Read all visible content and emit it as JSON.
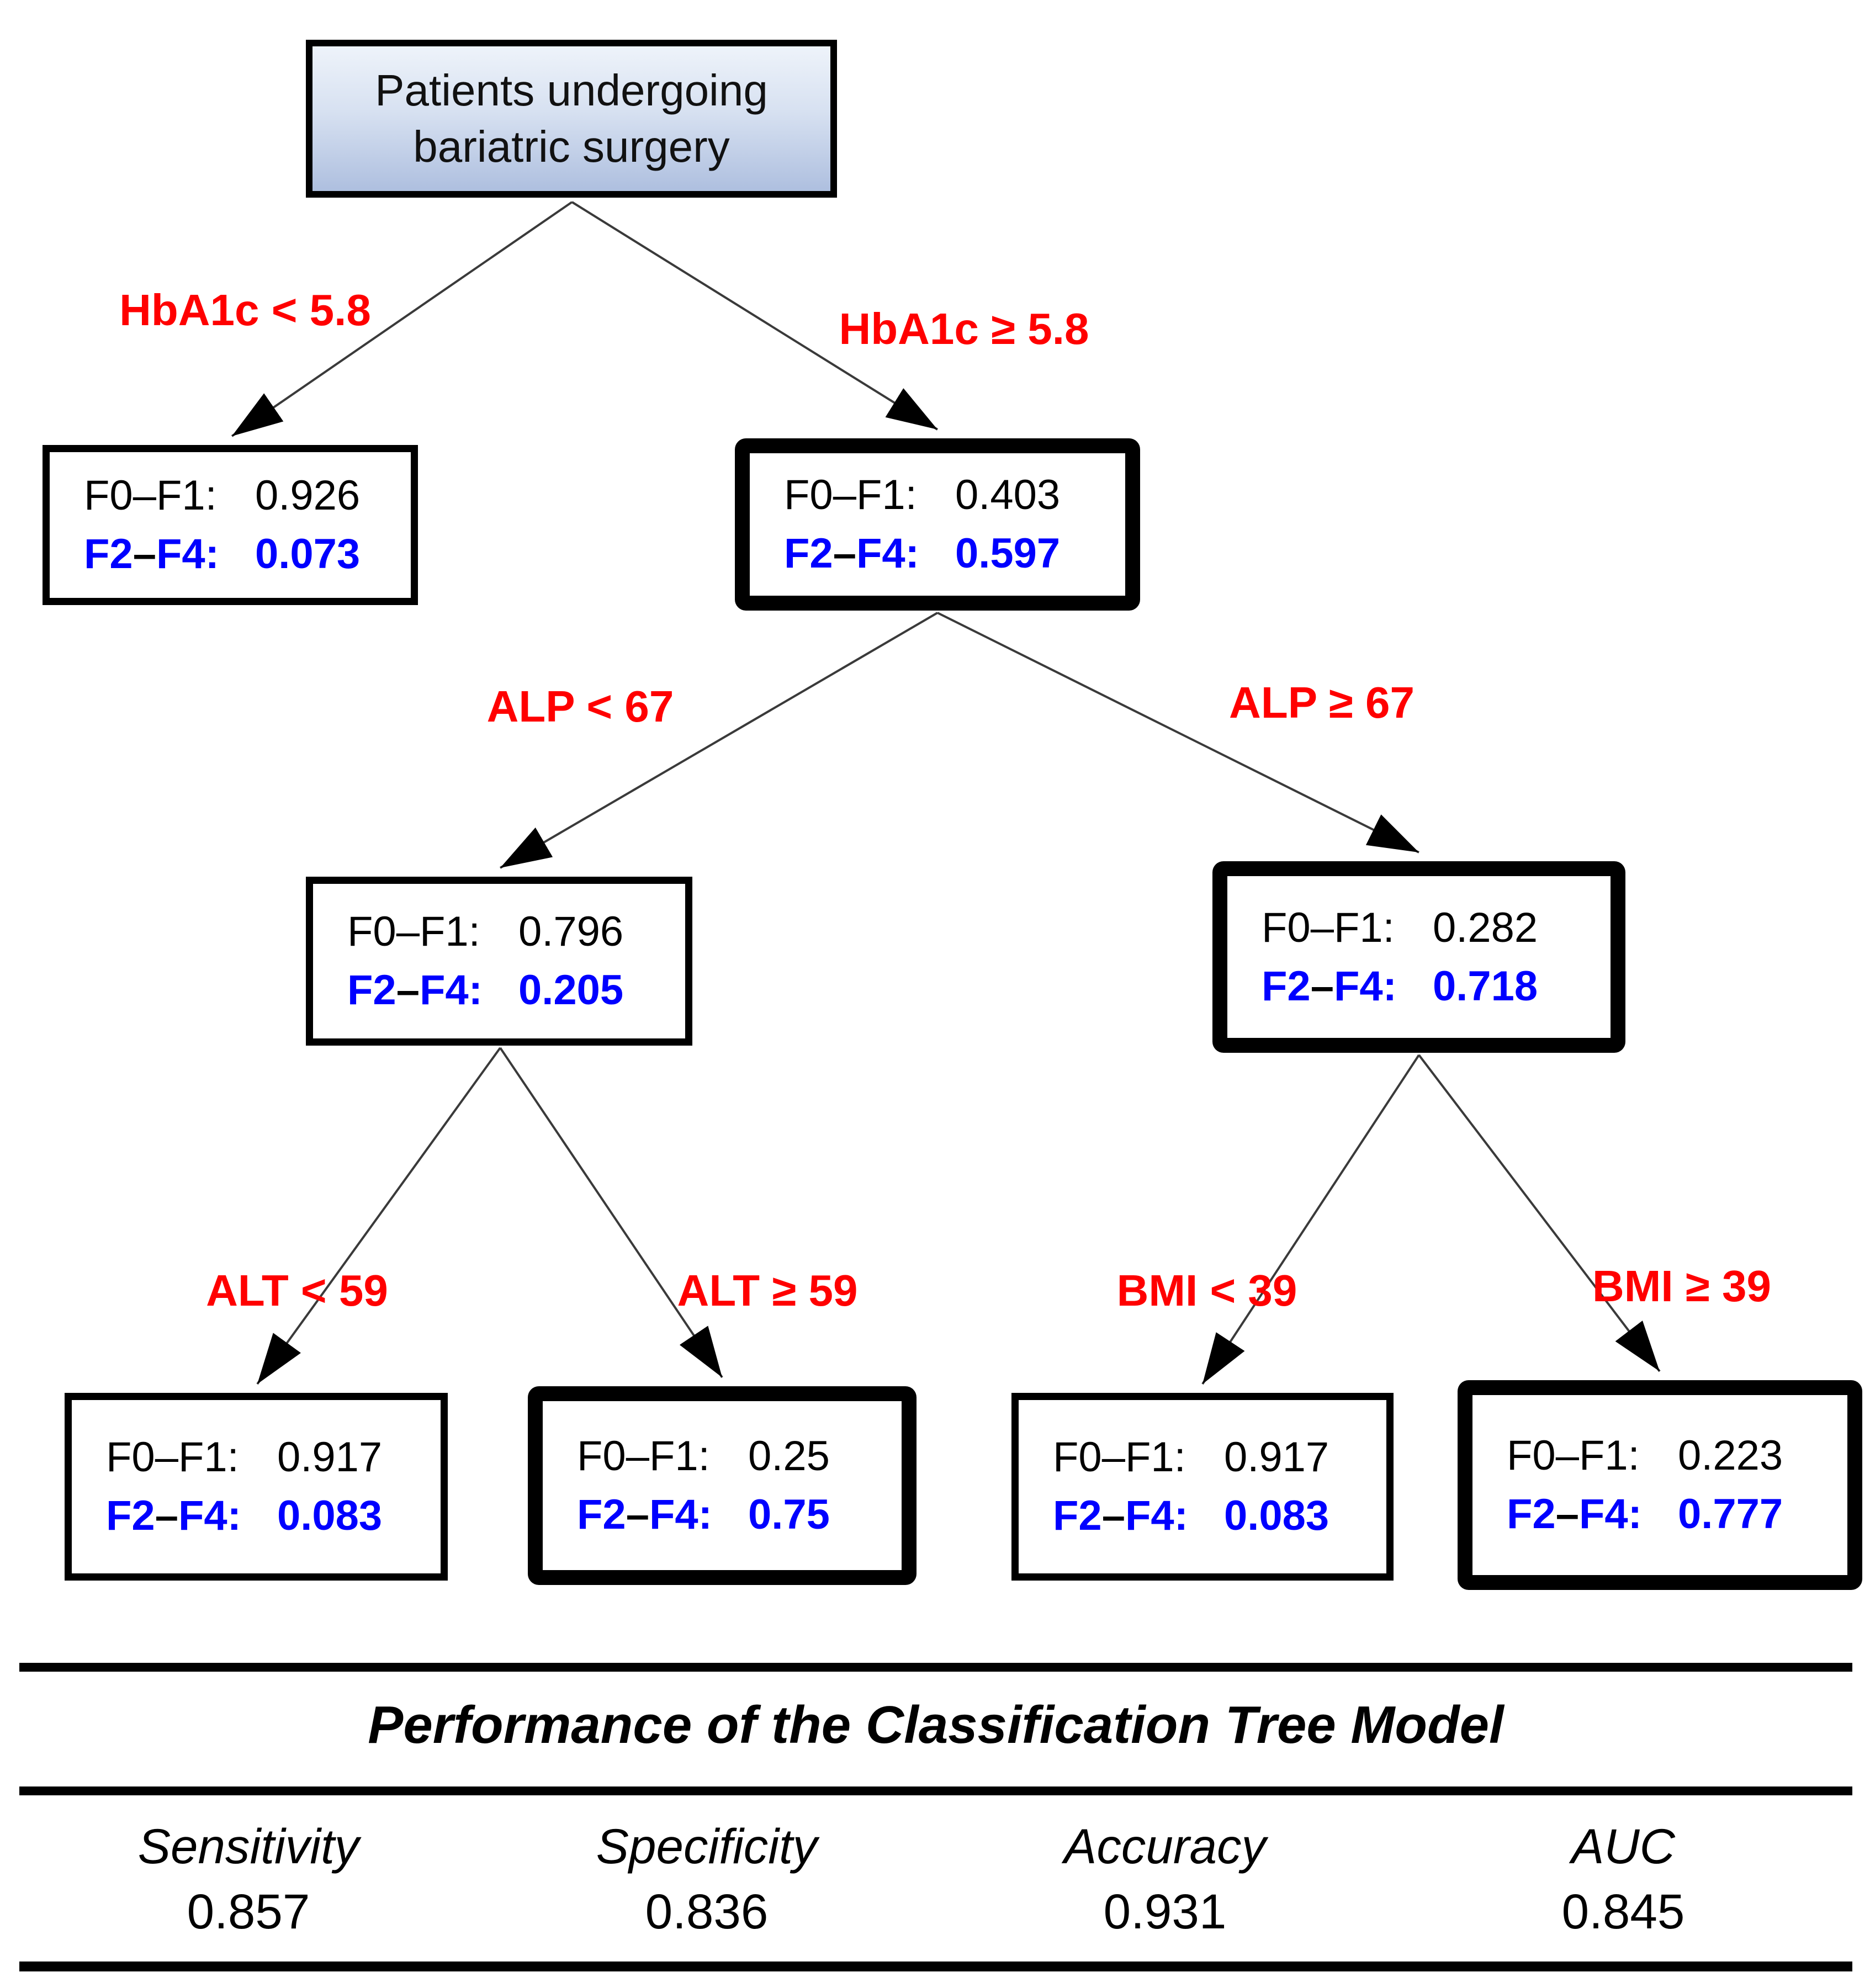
{
  "tree": {
    "root": {
      "line1": "Patients undergoing",
      "line2": "bariatric surgery"
    },
    "branches": {
      "hba1c_lt": "HbA1c < 5.8",
      "hba1c_ge": "HbA1c ≥ 5.8",
      "alp_lt": "ALP < 67",
      "alp_ge": "ALP ≥ 67",
      "alt_lt": "ALT < 59",
      "alt_ge": "ALT ≥ 59",
      "bmi_lt": "BMI < 39",
      "bmi_ge": "BMI ≥ 39"
    },
    "labels": {
      "f01": "F0–F1:",
      "f2": "F2",
      "dash": "–",
      "f4": "F4:"
    },
    "nodes": {
      "hba1c_low": {
        "f01_value": "0.926",
        "f24_value": "0.073",
        "highlighted": false
      },
      "hba1c_high": {
        "f01_value": "0.403",
        "f24_value": "0.597",
        "highlighted": true
      },
      "alp_low": {
        "f01_value": "0.796",
        "f24_value": "0.205",
        "highlighted": false
      },
      "alp_high": {
        "f01_value": "0.282",
        "f24_value": "0.718",
        "highlighted": true
      },
      "alt_low": {
        "f01_value": "0.917",
        "f24_value": "0.083",
        "highlighted": false
      },
      "alt_high": {
        "f01_value": "0.25",
        "f24_value": "0.75",
        "highlighted": true
      },
      "bmi_low": {
        "f01_value": "0.917",
        "f24_value": "0.083",
        "highlighted": false
      },
      "bmi_high": {
        "f01_value": "0.223",
        "f24_value": "0.777",
        "highlighted": true
      }
    }
  },
  "table": {
    "title": "Performance of the Classification Tree Model",
    "headers": [
      "Sensitivity",
      "Specificity",
      "Accuracy",
      "AUC"
    ],
    "values": [
      "0.857",
      "0.836",
      "0.931",
      "0.845"
    ]
  },
  "colors": {
    "branch_label_red": "#ff0000",
    "f2f4_blue": "#0000ff",
    "root_fill_top": "#eef3fa",
    "root_fill_bottom": "#aebfdf"
  }
}
